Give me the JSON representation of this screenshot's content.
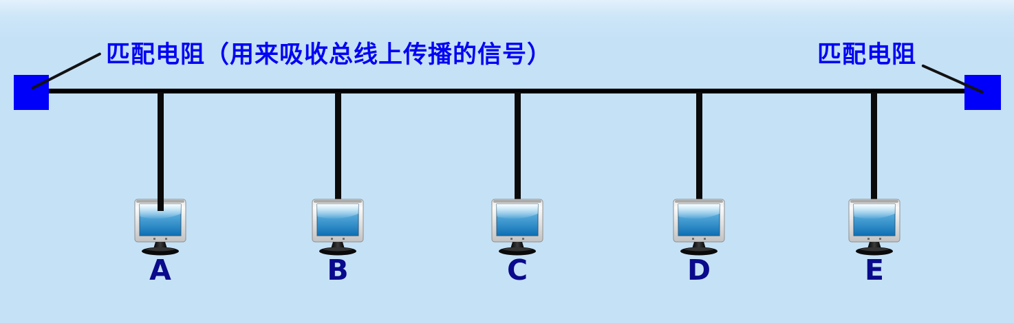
{
  "diagram": {
    "type": "bus-network-topology",
    "annotations": {
      "left": "匹配电阻（用来吸收总线上传播的信号）",
      "right": "匹配电阻"
    }
  },
  "computers": [
    {
      "label": "A"
    },
    {
      "label": "B"
    },
    {
      "label": "C"
    },
    {
      "label": "D"
    },
    {
      "label": "E"
    }
  ],
  "colors": {
    "background": "#c5e1f6",
    "bus_line": "#000000",
    "terminator_square": "#0000fa",
    "annotation_text": "#0404f2",
    "node_label": "#0a0a8c",
    "monitor_screen": "#0e6fb4"
  },
  "icons": {
    "terminator": "blue-square-terminating-resistor",
    "computer": "crt-monitor-icon"
  }
}
